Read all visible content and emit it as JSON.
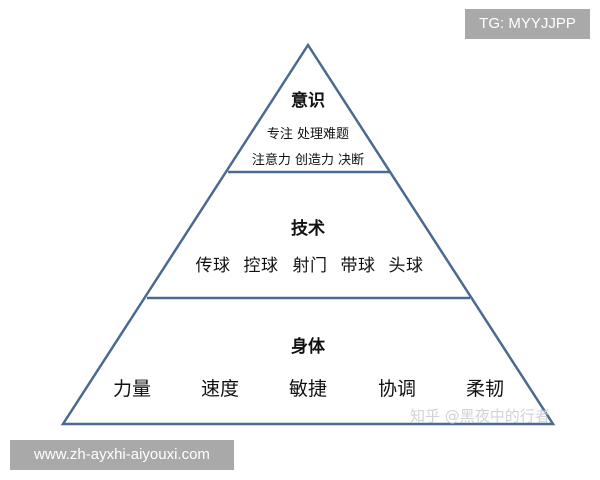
{
  "watermarks": {
    "top_right_badge": "TG: MYYJJPP",
    "bottom_left_badge": "www.zh-ayxhi-aiyouxi.com",
    "zhihu_credit": "知乎 @黑夜中的行者"
  },
  "pyramid": {
    "line_color": "#4a6a90",
    "levels": [
      {
        "title": "意识",
        "lines": [
          "专注 处理难题",
          "注意力 创造力 决断"
        ]
      },
      {
        "title": "技术",
        "items": [
          "传球",
          "控球",
          "射门",
          "带球",
          "头球"
        ]
      },
      {
        "title": "身体",
        "items": [
          "力量",
          "速度",
          "敏捷",
          "协调",
          "柔韧"
        ]
      }
    ]
  }
}
